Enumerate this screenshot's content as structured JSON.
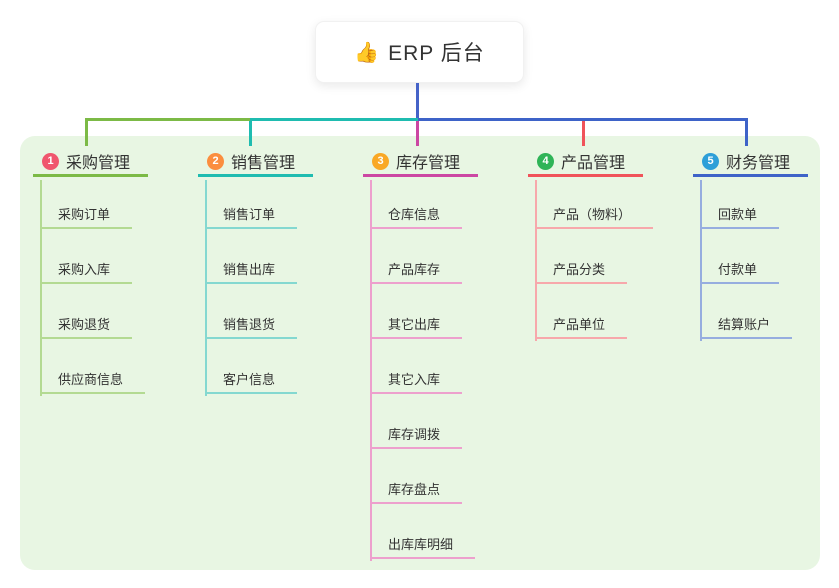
{
  "root": {
    "icon": "👍",
    "title": "ERP 后台",
    "connector_color": "#4563c8"
  },
  "panel_color": "#e8f6e3",
  "text_color": "#333333",
  "branches": [
    {
      "num": "1",
      "label": "采购管理",
      "badge_color": "#f0566e",
      "main_color": "#7cba46",
      "light_color": "#b3da92",
      "children": [
        "采购订单",
        "采购入库",
        "采购退货",
        "供应商信息"
      ]
    },
    {
      "num": "2",
      "label": "销售管理",
      "badge_color": "#fb8e3f",
      "main_color": "#1fbcb0",
      "light_color": "#84d8d0",
      "children": [
        "销售订单",
        "销售出库",
        "销售退货",
        "客户信息"
      ]
    },
    {
      "num": "3",
      "label": "库存管理",
      "badge_color": "#f9a825",
      "main_color": "#cc47a3",
      "light_color": "#eda0cd",
      "children": [
        "仓库信息",
        "产品库存",
        "其它出库",
        "其它入库",
        "库存调拨",
        "库存盘点",
        "出库库明细"
      ]
    },
    {
      "num": "4",
      "label": "产品管理",
      "badge_color": "#2fb457",
      "main_color": "#f0535a",
      "light_color": "#f7a8ab",
      "children": [
        "产品（物料）",
        "产品分类",
        "产品单位"
      ]
    },
    {
      "num": "5",
      "label": "财务管理",
      "badge_color": "#2d9fd8",
      "main_color": "#3e63c8",
      "light_color": "#96addf",
      "children": [
        "回款单",
        "付款单",
        "结算账户"
      ]
    }
  ]
}
